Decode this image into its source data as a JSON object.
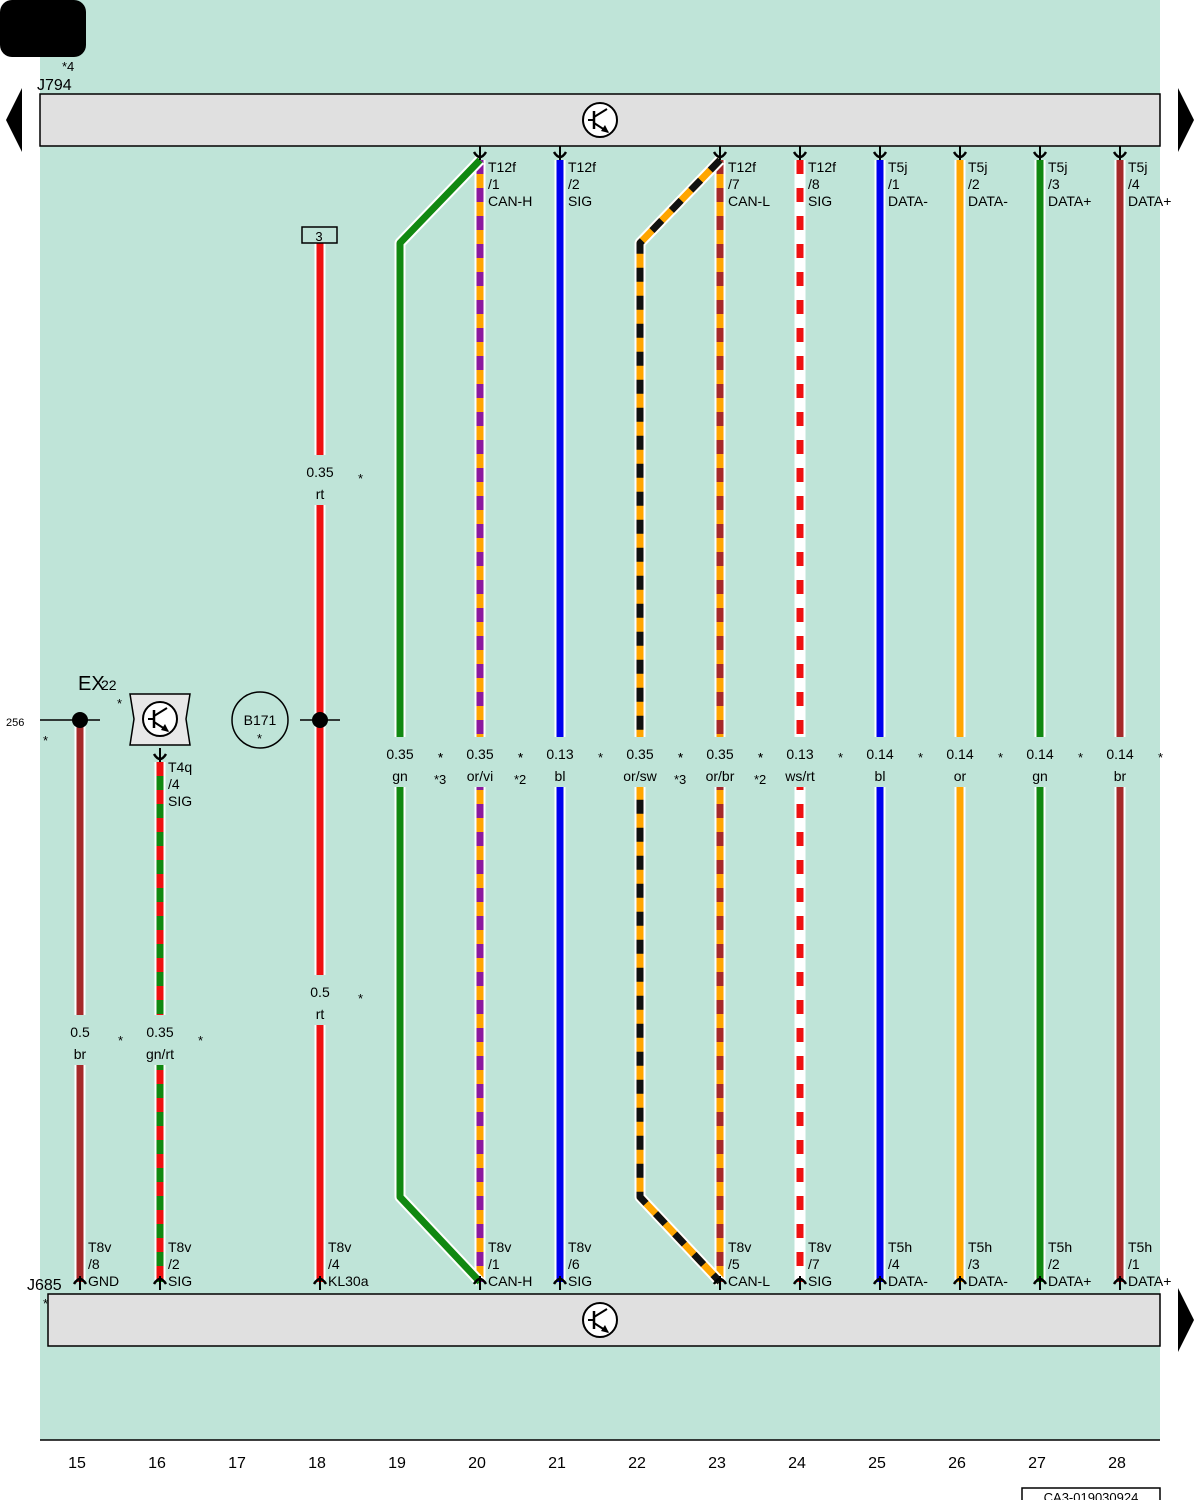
{
  "diagram": {
    "top_component": {
      "name": "J794",
      "note": "*4"
    },
    "bottom_component": {
      "name": "J685",
      "note": "*"
    },
    "side_label": "256",
    "column_numbers": [
      "15",
      "16",
      "17",
      "18",
      "19",
      "20",
      "21",
      "22",
      "23",
      "24",
      "25",
      "26",
      "27",
      "28"
    ],
    "doc_id": "CA3-019030924",
    "ex22": {
      "label": "EX22",
      "star": "*",
      "pin": [
        "T4q",
        "/4",
        "SIG"
      ]
    },
    "b171": {
      "label": "B171",
      "star": "*"
    },
    "splice_box": "3",
    "colors": {
      "background": "#bfe4d8",
      "bar": "#e0e0e0",
      "br": "#a52a2a",
      "gn": "#118811",
      "rt": "#ee1111",
      "bl": "#0000ee",
      "or": "#ffa500",
      "vi": "#8b1a9e",
      "sw": "#111111",
      "ws": "#ffffff"
    },
    "wires": [
      {
        "col": "15",
        "cross": [
          "0.5",
          "br"
        ],
        "star": "*",
        "bottom_pin": [
          "T8v",
          "/8",
          "GND"
        ]
      },
      {
        "col": "16",
        "cross": [
          "0.35",
          "gn/rt"
        ],
        "star": "*",
        "bottom_pin": [
          "T8v",
          "/2",
          "SIG"
        ]
      },
      {
        "col": "18",
        "cross_upper": [
          "0.35",
          "rt"
        ],
        "cross_lower": [
          "0.5",
          "rt"
        ],
        "star": "*",
        "bottom_pin": [
          "T8v",
          "/4",
          "KL30a"
        ]
      },
      {
        "col": "19",
        "cross": [
          "0.35",
          "gn"
        ],
        "star": "*",
        "note": "*3"
      },
      {
        "col": "20",
        "cross": [
          "0.35",
          "or/vi"
        ],
        "star": "*",
        "note": "*2",
        "top_pin": [
          "T12f",
          "/1",
          "CAN-H"
        ],
        "bottom_pin": [
          "T8v",
          "/1",
          "CAN-H"
        ]
      },
      {
        "col": "21",
        "cross": [
          "0.13",
          "bl"
        ],
        "star": "*",
        "top_pin": [
          "T12f",
          "/2",
          "SIG"
        ],
        "bottom_pin": [
          "T8v",
          "/6",
          "SIG"
        ]
      },
      {
        "col": "22",
        "cross": [
          "0.35",
          "or/sw"
        ],
        "star": "*",
        "note": "*3"
      },
      {
        "col": "23",
        "cross": [
          "0.35",
          "or/br"
        ],
        "star": "*",
        "note": "*2",
        "top_pin": [
          "T12f",
          "/7",
          "CAN-L"
        ],
        "bottom_pin": [
          "T8v",
          "/5",
          "CAN-L"
        ]
      },
      {
        "col": "24",
        "cross": [
          "0.13",
          "ws/rt"
        ],
        "star": "*",
        "top_pin": [
          "T12f",
          "/8",
          "SIG"
        ],
        "bottom_pin": [
          "T8v",
          "/7",
          "SIG"
        ]
      },
      {
        "col": "25",
        "cross": [
          "0.14",
          "bl"
        ],
        "star": "*",
        "top_pin": [
          "T5j",
          "/1",
          "DATA-"
        ],
        "bottom_pin": [
          "T5h",
          "/4",
          "DATA-"
        ]
      },
      {
        "col": "26",
        "cross": [
          "0.14",
          "or"
        ],
        "star": "*",
        "top_pin": [
          "T5j",
          "/2",
          "DATA-"
        ],
        "bottom_pin": [
          "T5h",
          "/3",
          "DATA-"
        ]
      },
      {
        "col": "27",
        "cross": [
          "0.14",
          "gn"
        ],
        "star": "*",
        "top_pin": [
          "T5j",
          "/3",
          "DATA+"
        ],
        "bottom_pin": [
          "T5h",
          "/2",
          "DATA+"
        ]
      },
      {
        "col": "28",
        "cross": [
          "0.14",
          "br"
        ],
        "star": "*",
        "top_pin": [
          "T5j",
          "/4",
          "DATA+"
        ],
        "bottom_pin": [
          "T5h",
          "/1",
          "DATA+"
        ]
      }
    ]
  }
}
